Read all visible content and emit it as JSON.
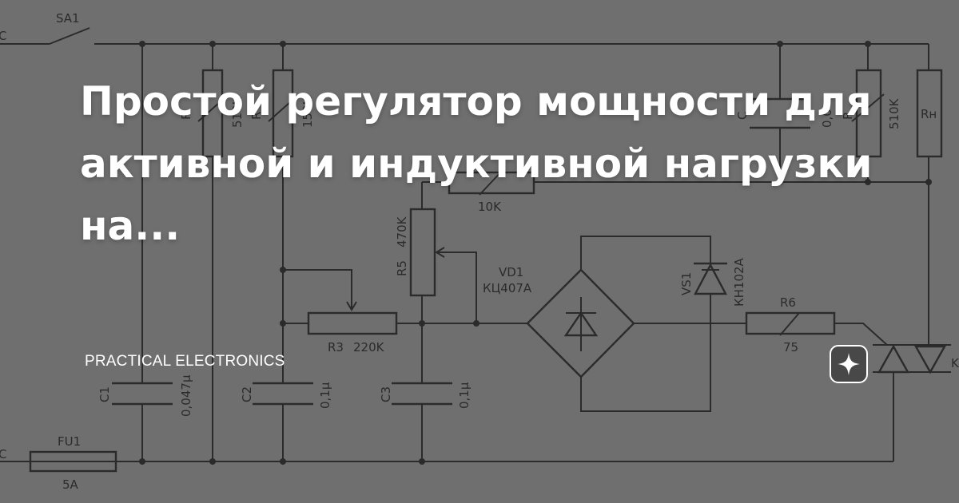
{
  "article": {
    "title": "Простой регулятор мощности для активной и индуктивной нагрузки на...",
    "source": "PRACTICAL ELECTRONICS",
    "badge_icon": "sparkle-icon"
  },
  "schematic": {
    "labels": {
      "sa1": "SA1",
      "fu1": "FU1",
      "fu1_value": "5A",
      "r_top_left_value": "510K",
      "r_top_mid_value": "150K",
      "r_partial_1": "R",
      "r_partial_2": "R",
      "r_partial_3": "R",
      "c_partial": "C",
      "cap_partial_value": "0,0",
      "r_right_value": "510K",
      "r_load": "Rн",
      "r_10k_value": "10K",
      "r5": "R5",
      "r5_value": "470K",
      "r3": "R3",
      "r3_value": "220K",
      "c1": "C1",
      "c1_value": "0,047μ",
      "c2": "C2",
      "c2_value": "0,1μ",
      "c3": "C3",
      "c3_value": "0,1μ",
      "vd1": "VD1",
      "vd1_part": "КЦ407А",
      "vs1": "VS1",
      "vs1_part": "КН102А",
      "r6": "R6",
      "r6_value": "75",
      "edge_left_top": "C",
      "edge_left_bottom": "C",
      "edge_right": "K"
    }
  },
  "colors": {
    "background": "#6f6f6f",
    "lines": "#2b2b2b",
    "title_text": "#ffffff"
  }
}
